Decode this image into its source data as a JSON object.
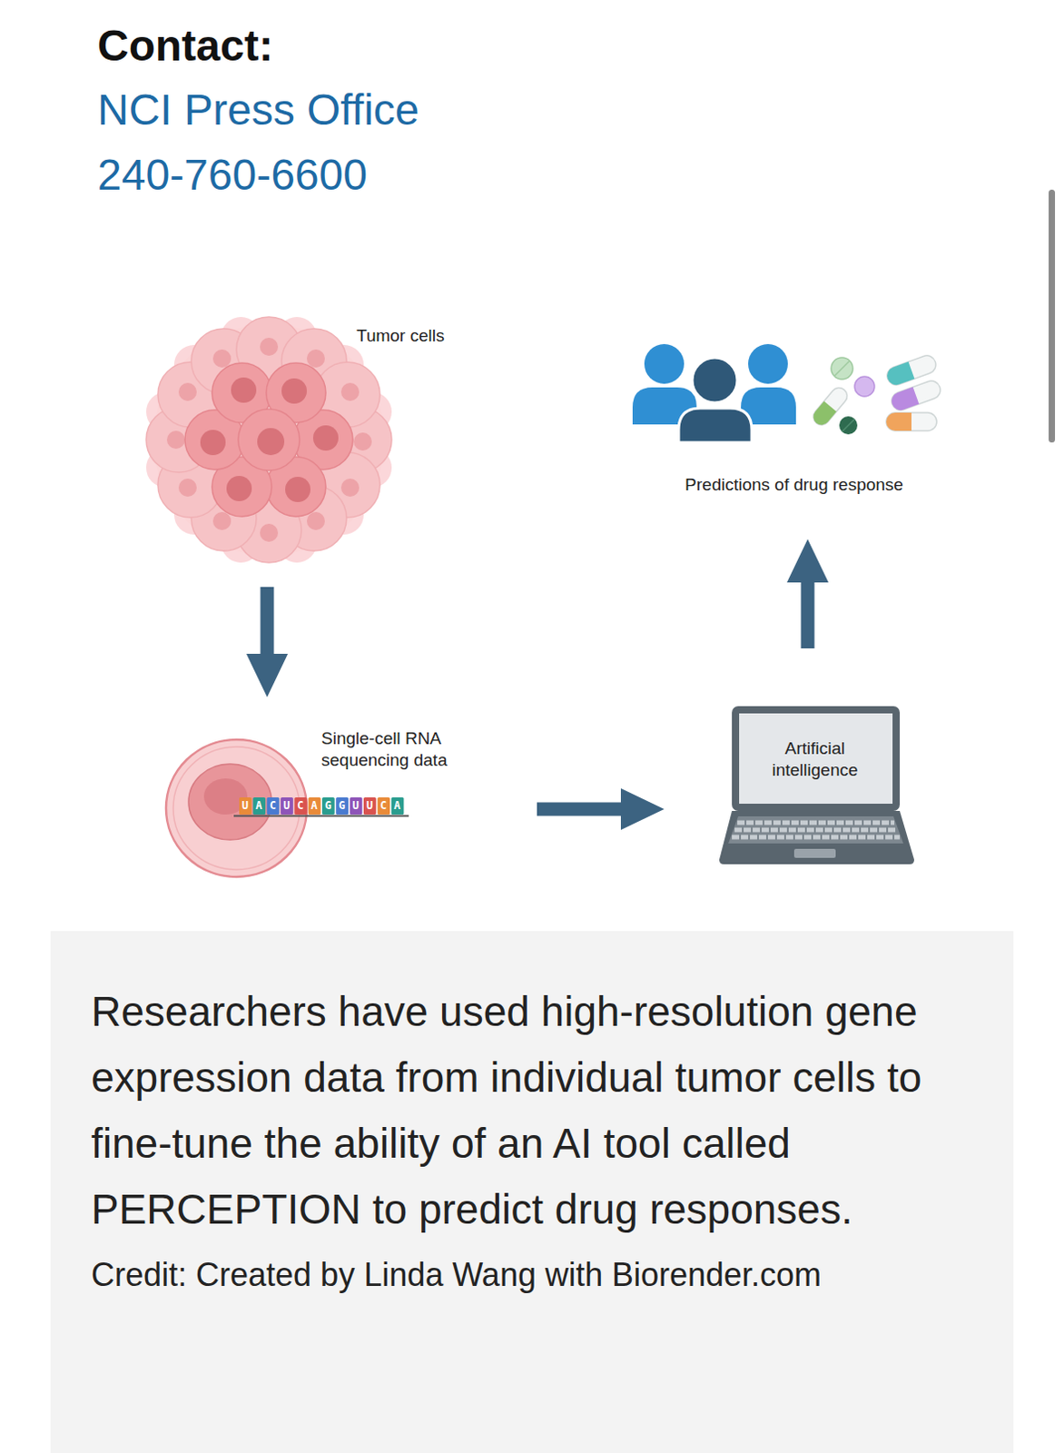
{
  "diagram": {
    "title": "Contact:",
    "caption": "Researchers have used high-resolution gene expression data from individual tumor cells to fine-tune the ability of an AI tool called PERCEPTION to predict drug responses.",
    "nodes": [
      {
        "text": [
          "Tumor cells"
        ]
      },
      {
        "text": [
          "Single-cell RNA sequencing data",
          "UACUCAGGUUCA"
        ]
      },
      {
        "text": [
          "Artificial intelligence"
        ]
      },
      {
        "text": [
          "Predictions of drug response"
        ]
      }
    ],
    "edges": [
      {
        "from": 0,
        "to": 1,
        "arrow": "to"
      },
      {
        "from": 1,
        "to": 2,
        "arrow": "to"
      },
      {
        "from": 2,
        "to": 3,
        "arrow": "to"
      }
    ],
    "labels": [
      "NCI Press Office",
      "240-760-6600",
      "Credit: Created by Linda Wang with Biorender.com"
    ]
  }
}
